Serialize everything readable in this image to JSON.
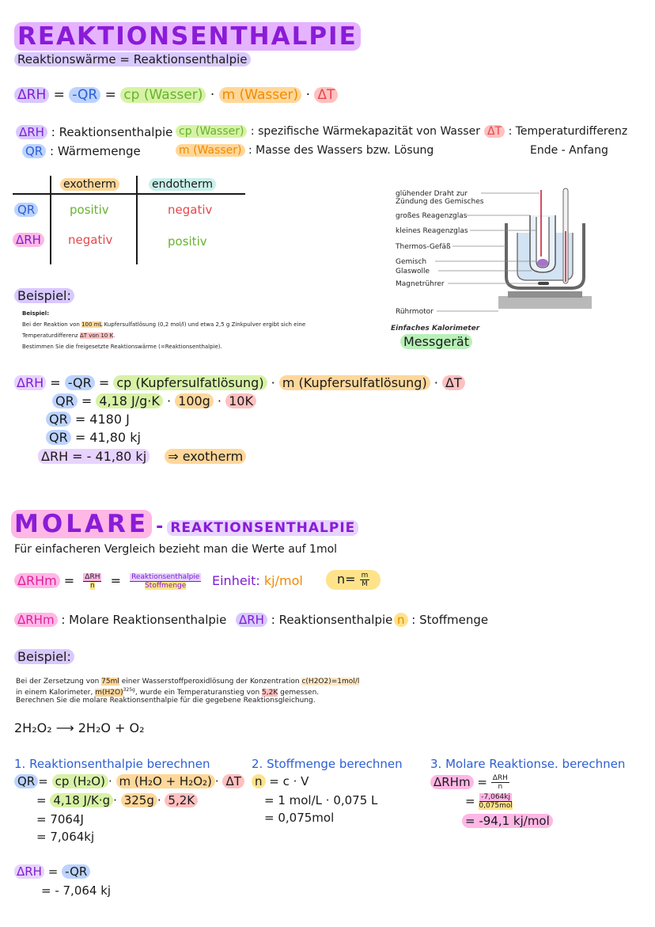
{
  "section1": {
    "title": "REAKTIONSENTHALPIE",
    "subtitle": "Reaktionswärme = Reaktionsenthalpie",
    "formula": {
      "drh": "ΔRH",
      "eq1": "=",
      "qr": "-QR",
      "eq2": "=",
      "cp": "cp (Wasser)",
      "dot1": "·",
      "m": "m (Wasser)",
      "dot2": "·",
      "dt": "ΔT"
    },
    "legend": {
      "drh_sym": "ΔRH",
      "drh_text": ": Reaktionsenthalpie",
      "qr_sym": "QR",
      "qr_text": ": Wärmemenge",
      "cp_sym": "cp (Wasser)",
      "cp_text": ": spezifische Wärmekapazität von Wasser",
      "m_sym": "m (Wasser)",
      "m_text": ": Masse des Wassers bzw. Lösung",
      "dt_sym": "ΔT",
      "dt_text": ": Temperaturdifferenz",
      "dt_text2": "Ende - Anfang"
    },
    "table": {
      "col1": "exotherm",
      "col2": "endotherm",
      "rows": [
        {
          "label": "QR",
          "exo": "positiv",
          "endo": "negativ"
        },
        {
          "label": "ΔRH",
          "exo": "negativ",
          "endo": "positiv"
        }
      ]
    },
    "apparatus": {
      "labels": [
        "glühender Draht zur\nZündung des Gemisches",
        "großes Reagenzglas",
        "kleines Reagenzglas",
        "Thermos-Gefäß",
        "Gemisch",
        "Glaswolle",
        "Magnetrührer",
        "Rührmotor"
      ],
      "caption": "Einfaches Kalorimeter",
      "note": "Messgerät"
    },
    "example_heading": "Beispiel:",
    "example_box": {
      "heading": "Beispiel:",
      "line1_a": "Bei der Reaktion von ",
      "line1_hl": "100 mL",
      "line1_b": " Kupfersulfatlösung (0,2 mol/l) und etwa 2,5 g Zinkpulver ergibt sich eine",
      "line2_a": "Temperaturdifferenz ",
      "line2_hl": "ΔT von 10 K",
      "line2_b": ".",
      "line3": "Bestimmen Sie die freigesetzte Reaktionswärme (=Reaktionsenthalpie)."
    },
    "solution": {
      "l1_drh": "ΔRH",
      "l1_eq": "=",
      "l1_qr": "-QR",
      "l1_eq2": "=",
      "l1_cp": "cp (Kupfersulfatlösung)",
      "l1_dot": "·",
      "l1_m": "m (Kupfersulfatlösung)",
      "l1_dot2": "·",
      "l1_dt": "ΔT",
      "l2_qr": "QR",
      "l2_rest": "= ",
      "l2_cp": "4,18 J/g·K",
      "l2_dot": " · ",
      "l2_m": "100g",
      "l2_dot2": " · ",
      "l2_dt": "10K",
      "l3_qr": "QR",
      "l3_rest": "= 4180 J",
      "l4_qr": "QR",
      "l4_rest": "= 41,80 kj",
      "l5": "ΔRH = - 41,80 kj",
      "l5_result": "⇒ exotherm"
    }
  },
  "section2": {
    "title": "MOLARE",
    "dash": "-",
    "title_b": "REAKTIONSENTHALPIE",
    "subtitle": "Für einfacheren Vergleich bezieht man die Werte auf 1mol",
    "formula": {
      "drhm": "ΔRHm",
      "eq": "=",
      "f1_num": "ΔRH",
      "f1_den": "n",
      "eq2": "=",
      "f2_num": "Reaktionsenthalpie",
      "f2_den": "Stoffmenge",
      "unit_label": "Einheit:",
      "unit": "kj/mol",
      "n_lhs": "n=",
      "n_num": "m",
      "n_den": "M"
    },
    "legend": {
      "drhm_sym": "ΔRHm",
      "drhm_text": ": Molare Reaktionsenthalpie",
      "drh_sym": "ΔRH",
      "drh_text": ": Reaktionsenthalpie",
      "n_sym": "n",
      "n_text": ": Stoffmenge"
    },
    "example_heading": "Beispiel:",
    "example_box": {
      "line1_a": "Bei der Zersetzung von ",
      "line1_hl": "75ml",
      "line1_b": " einer Wasserstoffperoxidlösung der Konzentration ",
      "line1_hl2": "c(H2O2)=1mol/l",
      "line2_a": "in einem Kalorimeter, ",
      "line2_hl": "m(H2O)",
      "line2_sup": "325g",
      "line2_b": ", wurde ein Temperaturanstieg von ",
      "line2_hl2": "5,2K",
      "line2_c": " gemessen.",
      "line3": "Berechnen Sie die molare Reaktionsenthalpie für die gegebene Reaktionsgleichung."
    },
    "reaction": "2H₂O₂ ⟶ 2H₂O + O₂",
    "step1": {
      "heading": "1. Reaktionsenthalpie berechnen",
      "l1_qr": "QR",
      "l1_eq": "=",
      "l1_cp": "cp (H₂O)",
      "l1_dot": "·",
      "l1_m": "m (H₂O + H₂O₂)",
      "l1_dot2": "·",
      "l1_dt": "ΔT",
      "l2_eq": "=",
      "l2_cp": "4,18 J/K·g",
      "l2_dot": "·",
      "l2_m": "325g",
      "l2_dot2": "·",
      "l2_dt": "5,2K",
      "l3": "= 7064J",
      "l4": "= 7,064kj"
    },
    "step2": {
      "heading": "2. Stoffmenge berechnen",
      "l1_n": "n",
      "l1_rest": "= c · V",
      "l2": "= 1 mol/L · 0,075 L",
      "l3": "= 0,075mol"
    },
    "step3": {
      "heading": "3. Molare Reaktionse. berechnen",
      "l1_sym": "ΔRHm",
      "l1_eq": "=",
      "l1_num": "ΔRH",
      "l1_den": "n",
      "l2_eq": "=",
      "l2_num": "-7,064kj",
      "l2_den": "0,075mol",
      "l3": "= -94,1 kj/mol"
    },
    "final": {
      "l1_drh": "ΔRH",
      "l1_eq": "=",
      "l1_qr": "-QR",
      "l2": "= - 7,064 kj"
    }
  }
}
